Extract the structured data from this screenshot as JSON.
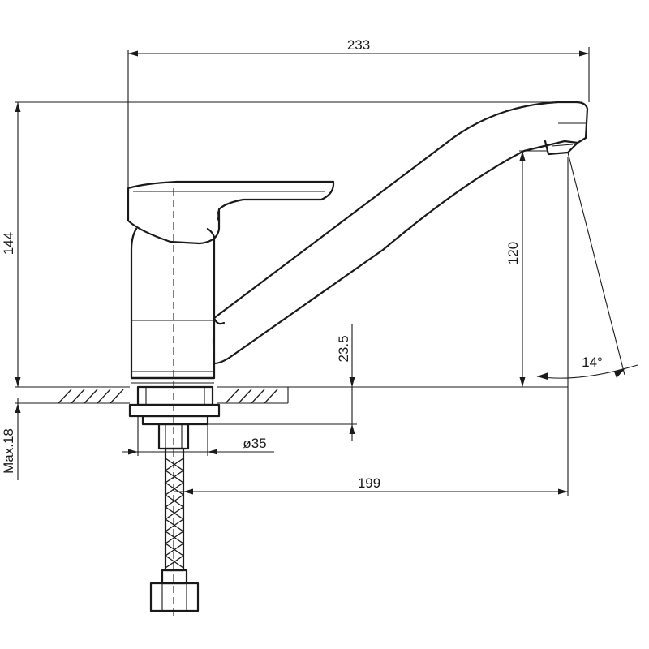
{
  "dimensions": {
    "overall_length": "233",
    "overall_height": "144",
    "spout_height": "120",
    "base_height": "23.5",
    "base_diameter": "ø35",
    "spout_reach": "199",
    "max_counter_thickness": "Max.18",
    "outlet_angle": "14°"
  }
}
